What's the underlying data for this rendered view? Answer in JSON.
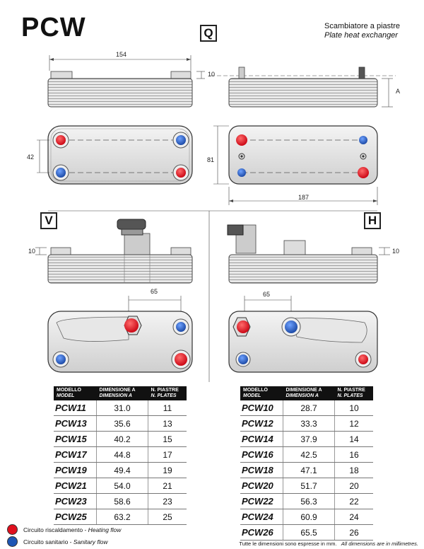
{
  "header": {
    "title": "PCW",
    "subtitle_it": "Scambiatore a piastre",
    "subtitle_en": "Plate heat exchanger"
  },
  "views": {
    "q_label": "Q",
    "v_label": "V",
    "h_label": "H"
  },
  "dimensions": {
    "top_width": "154",
    "top_height": "10",
    "a_label": "A",
    "left_spacing": "42",
    "right_spacing": "81",
    "right_width": "187",
    "v_height": "10",
    "h_height": "10",
    "v_offset": "65",
    "h_offset": "65"
  },
  "table_left": {
    "header_model_it": "MODELLO",
    "header_model_en": "MODEL",
    "header_dim_it": "DIMENSIONE A",
    "header_dim_en": "DIMENSION A",
    "header_plates_it": "N. PIASTRE",
    "header_plates_en": "N. PLATES",
    "rows": [
      {
        "model": "PCW11",
        "dim": "31.0",
        "plates": "11"
      },
      {
        "model": "PCW13",
        "dim": "35.6",
        "plates": "13"
      },
      {
        "model": "PCW15",
        "dim": "40.2",
        "plates": "15"
      },
      {
        "model": "PCW17",
        "dim": "44.8",
        "plates": "17"
      },
      {
        "model": "PCW19",
        "dim": "49.4",
        "plates": "19"
      },
      {
        "model": "PCW21",
        "dim": "54.0",
        "plates": "21"
      },
      {
        "model": "PCW23",
        "dim": "58.6",
        "plates": "23"
      },
      {
        "model": "PCW25",
        "dim": "63.2",
        "plates": "25"
      }
    ]
  },
  "table_right": {
    "header_model_it": "MODELLO",
    "header_model_en": "MODEL",
    "header_dim_it": "DIMENSIONE A",
    "header_dim_en": "DIMENSION A",
    "header_plates_it": "N. PIASTRE",
    "header_plates_en": "N. PLATES",
    "rows": [
      {
        "model": "PCW10",
        "dim": "28.7",
        "plates": "10"
      },
      {
        "model": "PCW12",
        "dim": "33.3",
        "plates": "12"
      },
      {
        "model": "PCW14",
        "dim": "37.9",
        "plates": "14"
      },
      {
        "model": "PCW16",
        "dim": "42.5",
        "plates": "16"
      },
      {
        "model": "PCW18",
        "dim": "47.1",
        "plates": "18"
      },
      {
        "model": "PCW20",
        "dim": "51.7",
        "plates": "20"
      },
      {
        "model": "PCW22",
        "dim": "56.3",
        "plates": "22"
      },
      {
        "model": "PCW24",
        "dim": "60.9",
        "plates": "24"
      },
      {
        "model": "PCW26",
        "dim": "65.5",
        "plates": "26"
      }
    ]
  },
  "legend": {
    "heating_it": "Circuito riscaldamento - ",
    "heating_en": "Heating flow",
    "heating_color": "#e0101e",
    "sanitary_it": "Circuito sanitario - ",
    "sanitary_en": "Sanitary flow",
    "sanitary_color": "#1e56b4"
  },
  "footnote": {
    "it": "Tutte le dimensioni sono espresse in mm.",
    "en": "All dimensions are in millimetres."
  }
}
